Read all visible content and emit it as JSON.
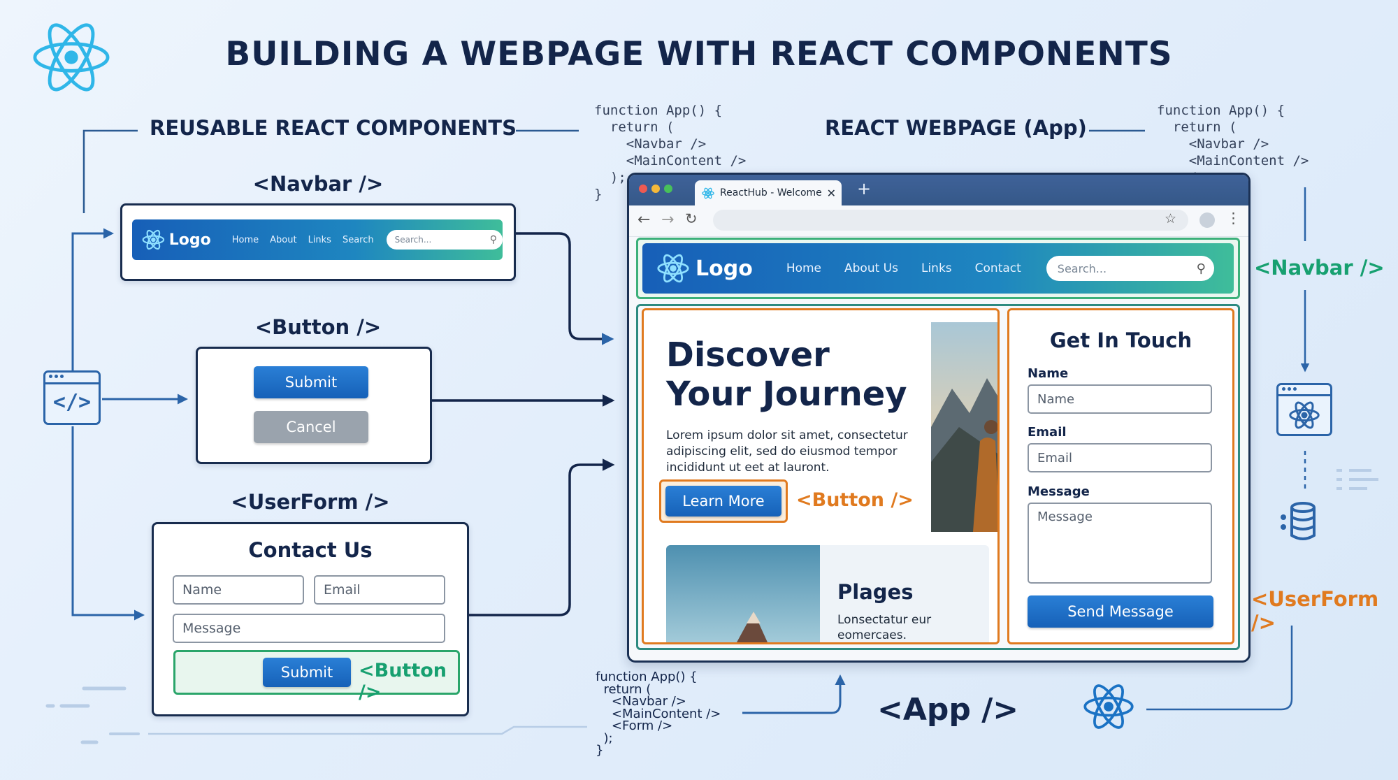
{
  "title": "BUILDING A WEBPAGE WITH REACT COMPONENTS",
  "left_section": "REUSABLE REACT COMPONENTS",
  "right_section": "REACT WEBPAGE (App)",
  "code_top_left": "function App() {\n  return (\n    <Navbar />\n    <MainContent />\n  );\n}",
  "code_top_right": "function App() {\n  return (\n    <Navbar />\n    <MainContent />\n    />",
  "code_bottom": "function App() {\n  return (\n    <Navbar />\n    <MainContent />\n    <Form />\n  );\n}",
  "components": {
    "navbar": {
      "label": "<Navbar />",
      "logo": "Logo",
      "links": [
        "Home",
        "About",
        "Links",
        "Search"
      ],
      "search_placeholder": "Search..."
    },
    "button": {
      "label": "<Button />",
      "submit": "Submit",
      "cancel": "Cancel"
    },
    "userform": {
      "label": "<UserForm />",
      "heading": "Contact Us",
      "name": "Name",
      "email": "Email",
      "message": "Message",
      "submit": "Submit",
      "button_tag": "<Button />"
    }
  },
  "browser": {
    "tab_title": "ReactHub - Welcome",
    "plus": "+",
    "navbar": {
      "logo": "Logo",
      "links": [
        "Home",
        "About Us",
        "Links",
        "Contact"
      ],
      "search_placeholder": "Search..."
    },
    "hero": {
      "title": "Discover Your Journey",
      "body": "Lorem ipsum dolor sit amet, consectetur adipiscing elit, sed do eiusmod tempor incididunt ut eet at lauront.",
      "button": "Learn More",
      "button_tag": "<Button />"
    },
    "card": {
      "title": "Plages",
      "body": "Lonsectatur eur eomercaes."
    },
    "form": {
      "heading": "Get In Touch",
      "name_label": "Name",
      "name_placeholder": "Name",
      "email_label": "Email",
      "email_placeholder": "Email",
      "message_label": "Message",
      "message_placeholder": "Message",
      "submit": "Send Message"
    }
  },
  "side_tags": {
    "navbar": "<Navbar />",
    "userform": "<UserForm />",
    "app": "<App />"
  },
  "colors": {
    "navy": "#13254a",
    "react_blue": "#2fb6e8",
    "accent_orange": "#e07a1f",
    "accent_green": "#17a070",
    "button_blue": "#1661b8"
  }
}
